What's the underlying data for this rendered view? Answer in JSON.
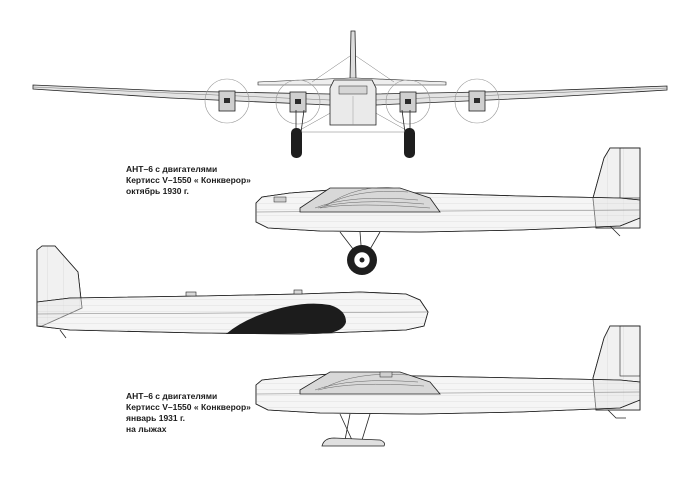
{
  "captions": {
    "top": {
      "line1": "АНТ–6 с двигателями",
      "line2": "Кертисс V–1550 « Конкверор»",
      "line3": "октябрь 1930 г."
    },
    "bottom": {
      "line1": "АНТ–6 с двигателями",
      "line2": "Кертисс V–1550 « Конкверор»",
      "line3": "январь 1931 г.",
      "line4": "на лыжах"
    }
  },
  "colors": {
    "line": "#222222",
    "wing_panel": "#e4e4e4",
    "engine": "#cccccc",
    "fuselage_shade": "#bdbdbd",
    "dark_panel": "#1c1c1c",
    "tire": "#1e1e1e"
  }
}
